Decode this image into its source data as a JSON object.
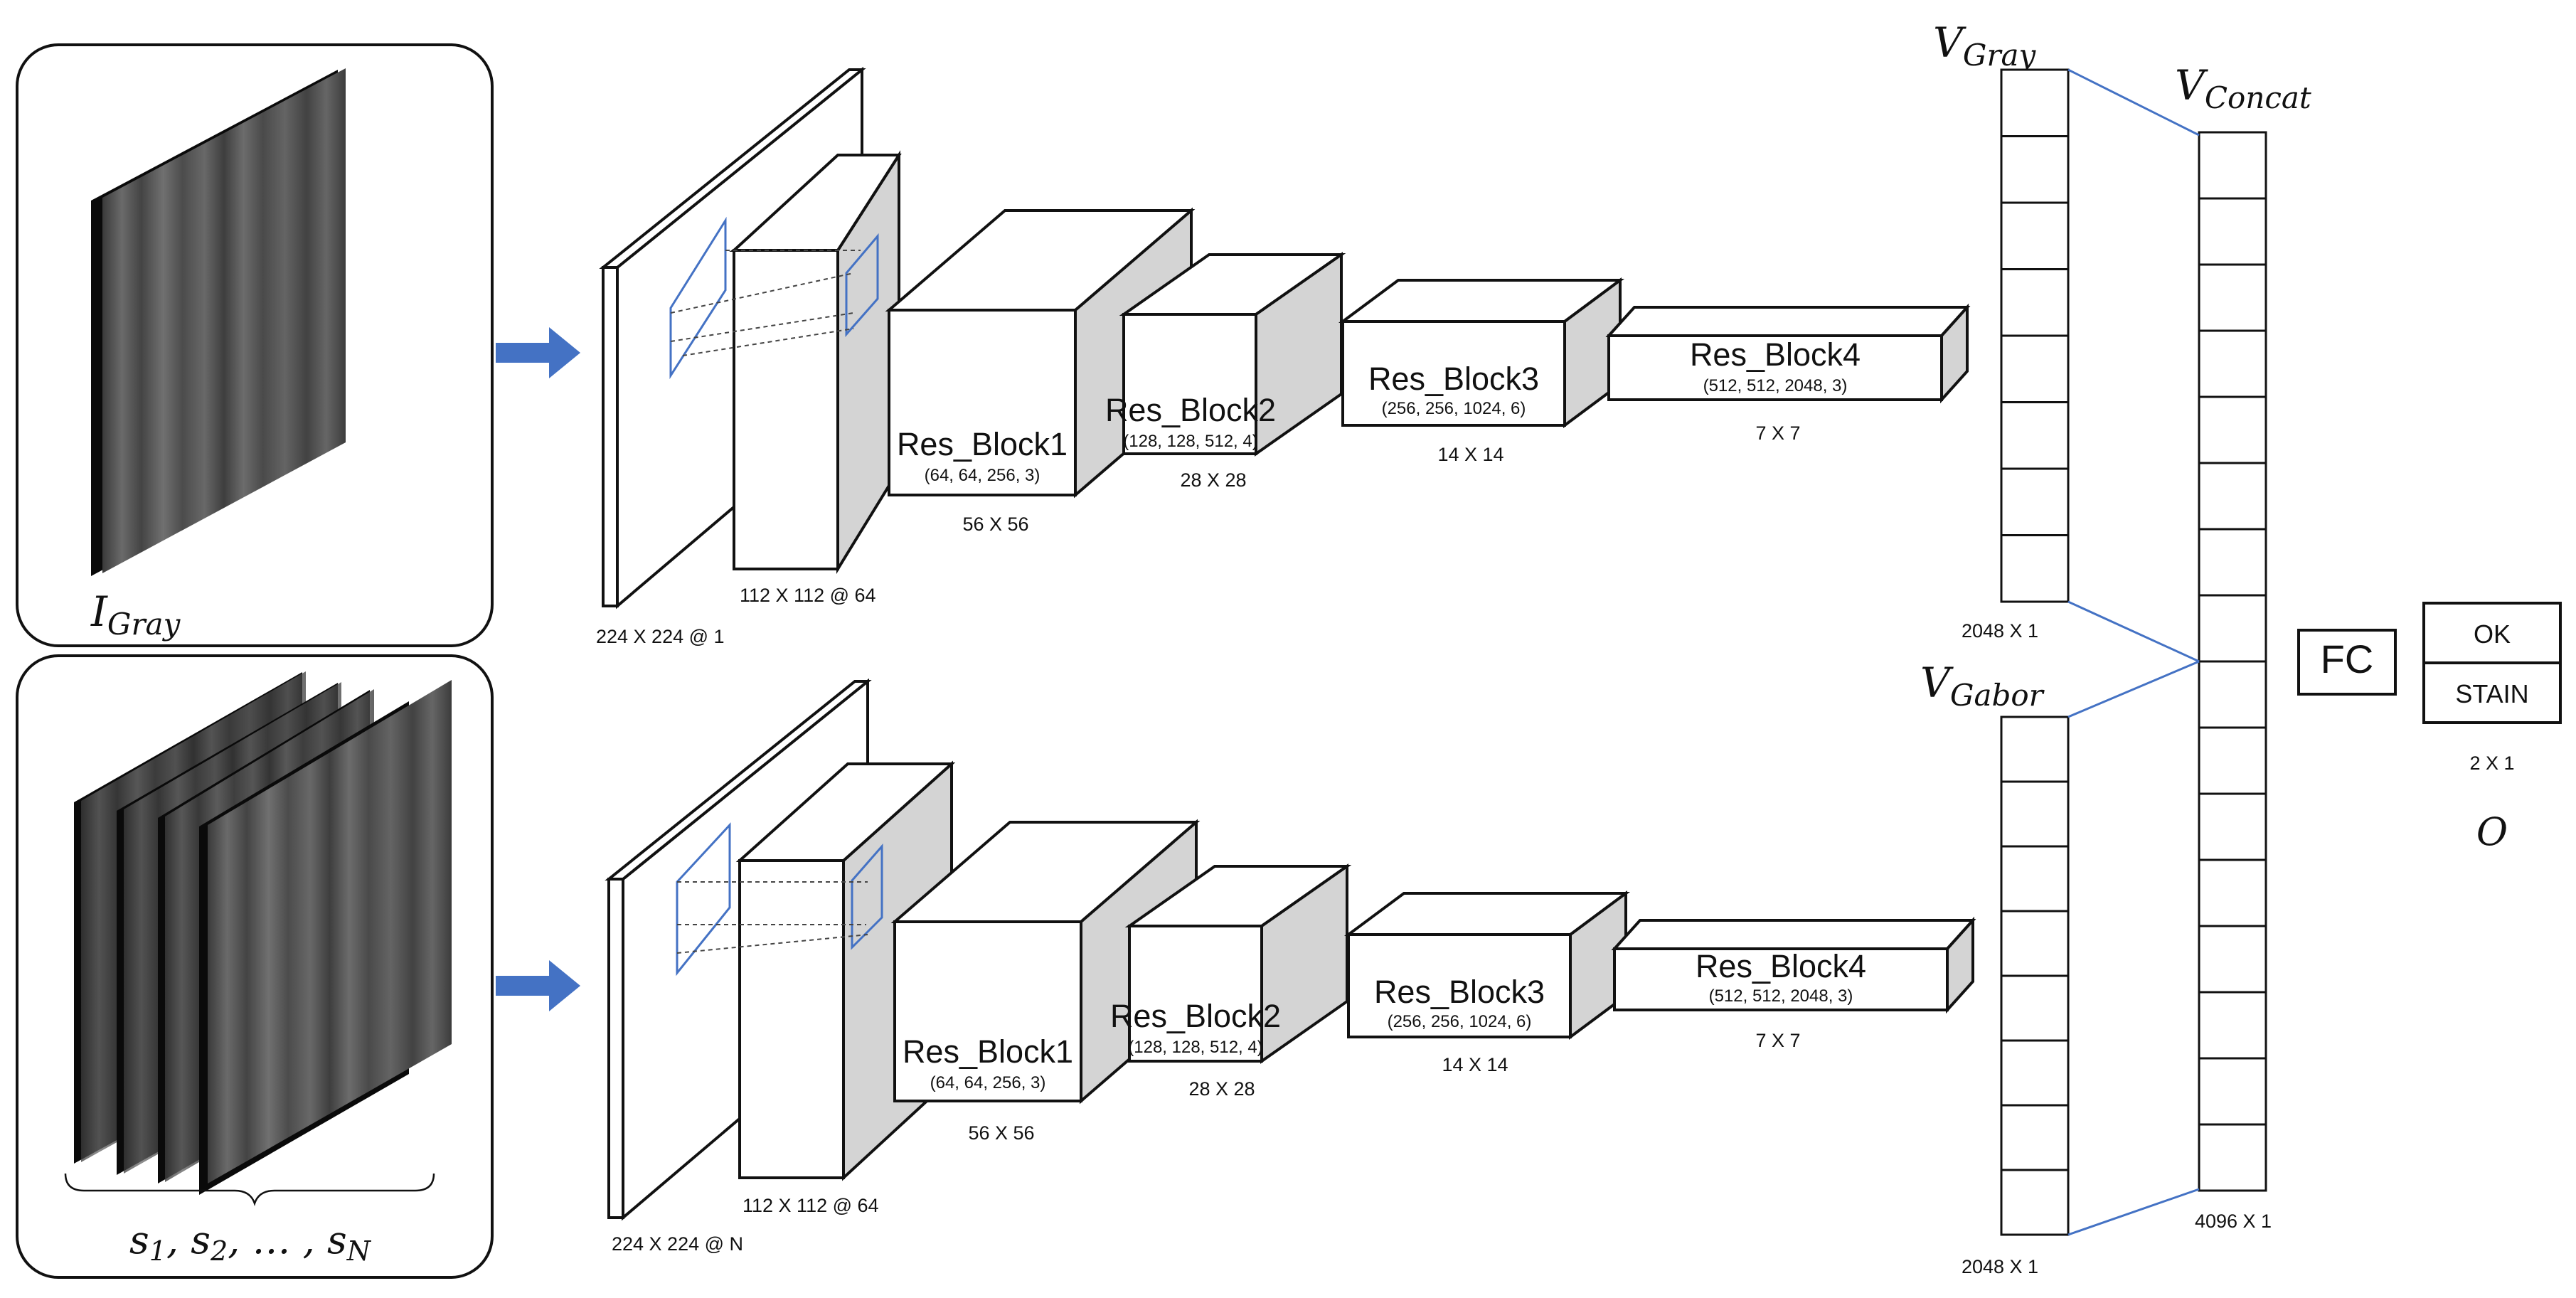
{
  "input_gray": {
    "label_base": "I",
    "label_sub": "Gray"
  },
  "input_gabor": {
    "label": "S1, S2, …, SN",
    "label_parts": [
      "s",
      "1",
      ", s",
      "2",
      ", … , s",
      "N"
    ]
  },
  "branch_gray": {
    "conv_input_dim": "224 X 224 @ 1",
    "conv1_dim": "112 X 112 @ 64",
    "blocks": [
      {
        "name": "Res_Block1",
        "params": "(64, 64, 256, 3)",
        "dim": "56 X 56"
      },
      {
        "name": "Res_Block2",
        "params": "(128, 128, 512, 4)",
        "dim": "28 X 28"
      },
      {
        "name": "Res_Block3",
        "params": "(256, 256, 1024, 6)",
        "dim": "14 X 14"
      },
      {
        "name": "Res_Block4",
        "params": "(512, 512, 2048, 3)",
        "dim": "7 X 7"
      }
    ]
  },
  "branch_gabor": {
    "conv_input_dim": "224 X 224 @ N",
    "conv1_dim": "112 X 112 @ 64",
    "blocks": [
      {
        "name": "Res_Block1",
        "params": "(64, 64, 256, 3)",
        "dim": "56 X 56"
      },
      {
        "name": "Res_Block2",
        "params": "(128, 128, 512, 4)",
        "dim": "28 X 28"
      },
      {
        "name": "Res_Block3",
        "params": "(256, 256, 1024, 6)",
        "dim": "14 X 14"
      },
      {
        "name": "Res_Block4",
        "params": "(512, 512, 2048, 3)",
        "dim": "7 X 7"
      }
    ]
  },
  "vectors": {
    "gray": {
      "base": "V",
      "sub": "Gray",
      "dim": "2048 X 1"
    },
    "gabor": {
      "base": "V",
      "sub": "Gabor",
      "dim": "2048 X 1"
    },
    "concat": {
      "base": "V",
      "sub": "Concat",
      "dim": "4096 X 1"
    }
  },
  "fc": {
    "label": "FC"
  },
  "output": {
    "classes": [
      "OK",
      "STAIN"
    ],
    "dim": "2 X 1",
    "label": "O"
  },
  "colors": {
    "arrow": "#4472c4",
    "connector": "#4472c4",
    "block_side": "#d4d4d4",
    "stroke": "#111111"
  }
}
